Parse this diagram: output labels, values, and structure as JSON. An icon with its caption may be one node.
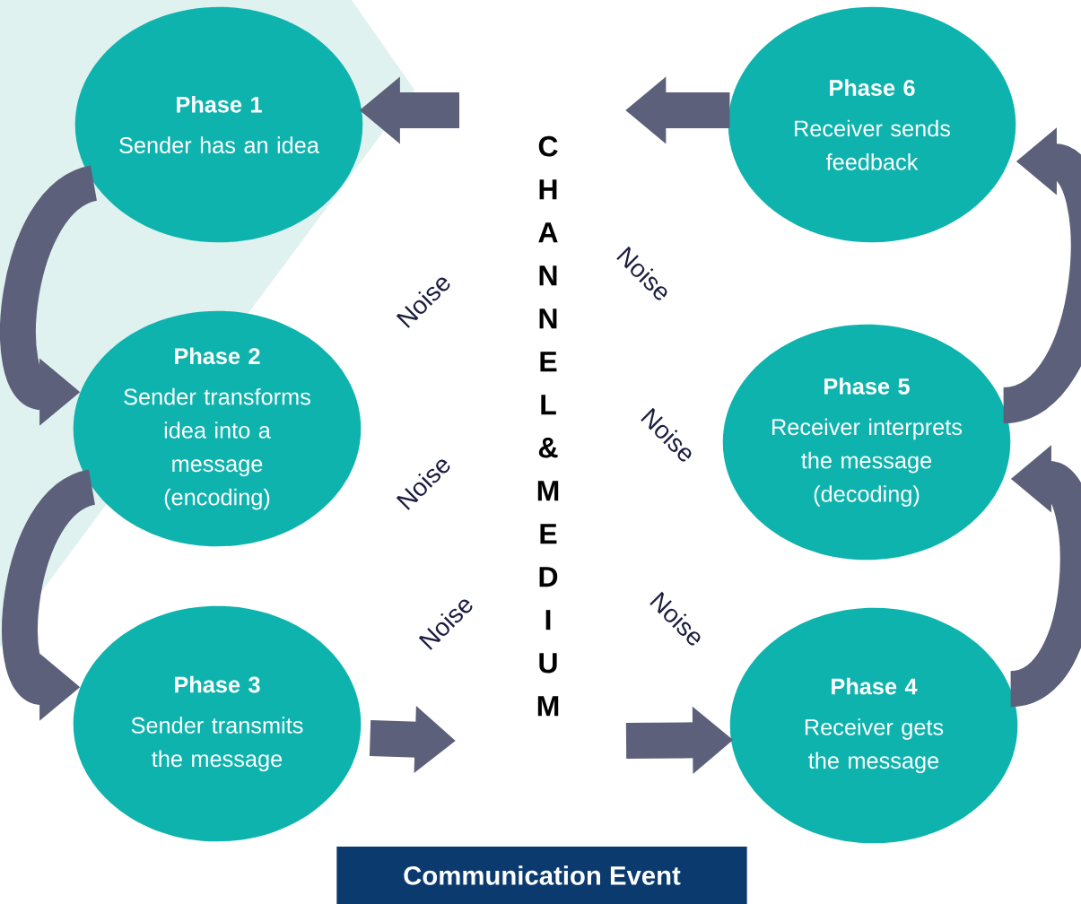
{
  "diagram": {
    "nodes": [
      {
        "text": [
          "Phase 1",
          "Sender has an idea"
        ]
      },
      {
        "text": [
          "Phase 2",
          "Sender transforms idea into a message (encoding)"
        ]
      },
      {
        "text": [
          "Phase 3",
          "Sender transmits the message"
        ]
      },
      {
        "text": [
          "Phase 4",
          "Receiver gets the message"
        ]
      },
      {
        "text": [
          "Phase 5",
          "Receiver interprets the message (decoding)"
        ]
      },
      {
        "text": [
          "Phase 6",
          "Receiver sends feedback"
        ]
      },
      {
        "text": [
          "C H A N N E L & M E D I U M"
        ]
      },
      {
        "text": [
          "Communication Event"
        ]
      }
    ],
    "edges": [
      {
        "from": 0,
        "to": 1,
        "arrow": "to"
      },
      {
        "from": 1,
        "to": 2,
        "arrow": "to"
      },
      {
        "from": 2,
        "to": null,
        "arrow": "to"
      },
      {
        "from": null,
        "to": 3,
        "arrow": "to"
      },
      {
        "from": 3,
        "to": 4,
        "arrow": "to"
      },
      {
        "from": 4,
        "to": 5,
        "arrow": "to"
      },
      {
        "from": 5,
        "to": null,
        "arrow": "to"
      },
      {
        "from": null,
        "to": 0,
        "arrow": "to"
      }
    ],
    "labels": [
      "Noise",
      "Noise",
      "Noise",
      "Noise",
      "Noise",
      "Noise"
    ]
  }
}
